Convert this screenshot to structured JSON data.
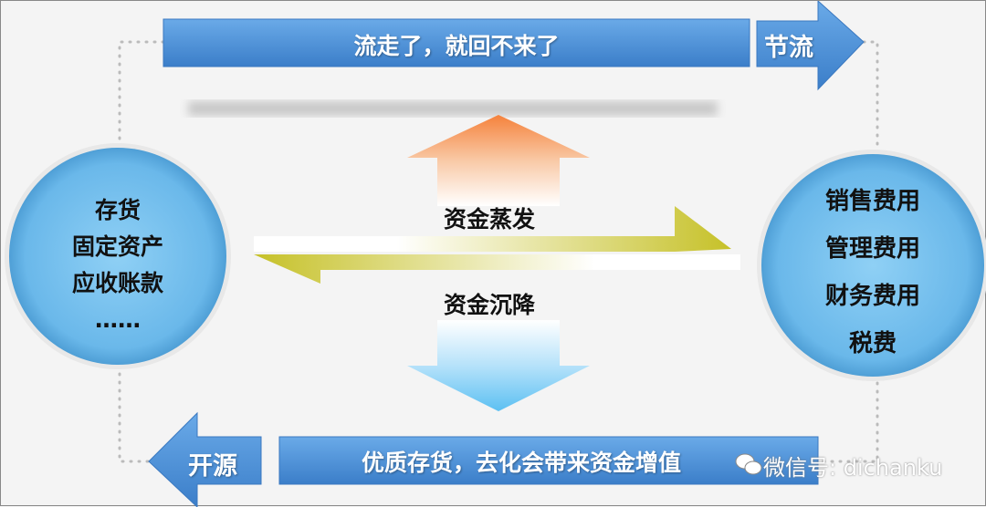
{
  "top_bar": {
    "text": "流走了，就回不来了"
  },
  "top_arrow": {
    "label": "节流"
  },
  "bottom_bar": {
    "text": "优质存货，去化会带来资金增值"
  },
  "bottom_arrow": {
    "label": "开源"
  },
  "center": {
    "up_label": "资金蒸发",
    "down_label": "资金沉降"
  },
  "left_circle": {
    "items": [
      "存货",
      "固定资产",
      "应收账款",
      "……"
    ]
  },
  "right_circle": {
    "items": [
      "销售费用",
      "管理费用",
      "财务费用",
      "税费"
    ]
  },
  "watermark": {
    "text": "微信号: dichanku"
  },
  "colors": {
    "blue": "#4a8fd6",
    "orange": "#f5823c",
    "yellow": "#c8c42a",
    "light_blue": "#5cc0f2",
    "circle": "#7cc8f2"
  }
}
